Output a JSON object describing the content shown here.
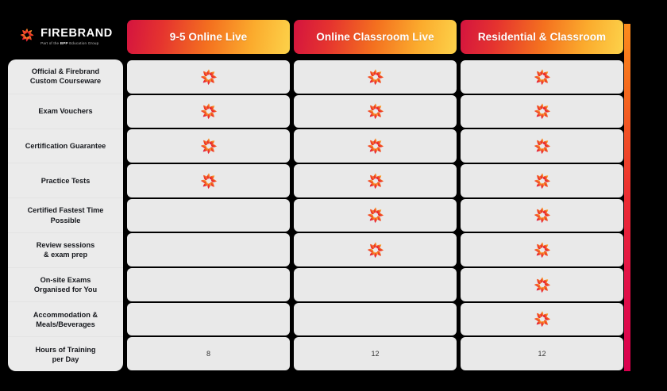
{
  "brand": {
    "name": "FIREBRAND",
    "tagline_pre": "Part of the ",
    "tagline_bold": "BPP",
    "tagline_post": " Education Group",
    "logo_icon": "firebrand-pinwheel-icon"
  },
  "theme": {
    "background": "#000000",
    "header_gradient_start": "#d4143f",
    "header_gradient_mid": "#f4711f",
    "header_gradient_end": "#fcd24a",
    "cell_background": "#e9e9e9",
    "label_background": "#ebebeb",
    "accent_bar_top": "#fb8c1b",
    "accent_bar_bottom": "#d9004f"
  },
  "columns": [
    {
      "label": "9-5 Online Live"
    },
    {
      "label": "Online Classroom Live"
    },
    {
      "label": "Residential & Classroom"
    }
  ],
  "rows": [
    {
      "label_line1": "Official & Firebrand",
      "label_line2": "Custom Courseware",
      "values": [
        "tick",
        "tick",
        "tick"
      ]
    },
    {
      "label_line1": "Exam Vouchers",
      "label_line2": "",
      "values": [
        "tick",
        "tick",
        "tick"
      ]
    },
    {
      "label_line1": "Certification Guarantee",
      "label_line2": "",
      "values": [
        "tick",
        "tick",
        "tick"
      ]
    },
    {
      "label_line1": "Practice Tests",
      "label_line2": "",
      "values": [
        "tick",
        "tick",
        "tick"
      ]
    },
    {
      "label_line1": "Certified Fastest Time",
      "label_line2": "Possible",
      "values": [
        "",
        "tick",
        "tick"
      ]
    },
    {
      "label_line1": "Review sessions",
      "label_line2": "& exam prep",
      "values": [
        "",
        "tick",
        "tick"
      ]
    },
    {
      "label_line1": "On-site Exams",
      "label_line2": "Organised for You",
      "values": [
        "",
        "",
        "tick"
      ]
    },
    {
      "label_line1": "Accommodation &",
      "label_line2": "Meals/Beverages",
      "values": [
        "",
        "",
        "tick"
      ]
    },
    {
      "label_line1": "Hours of Training",
      "label_line2": "per Day",
      "values": [
        "8",
        "12",
        "12"
      ]
    }
  ]
}
